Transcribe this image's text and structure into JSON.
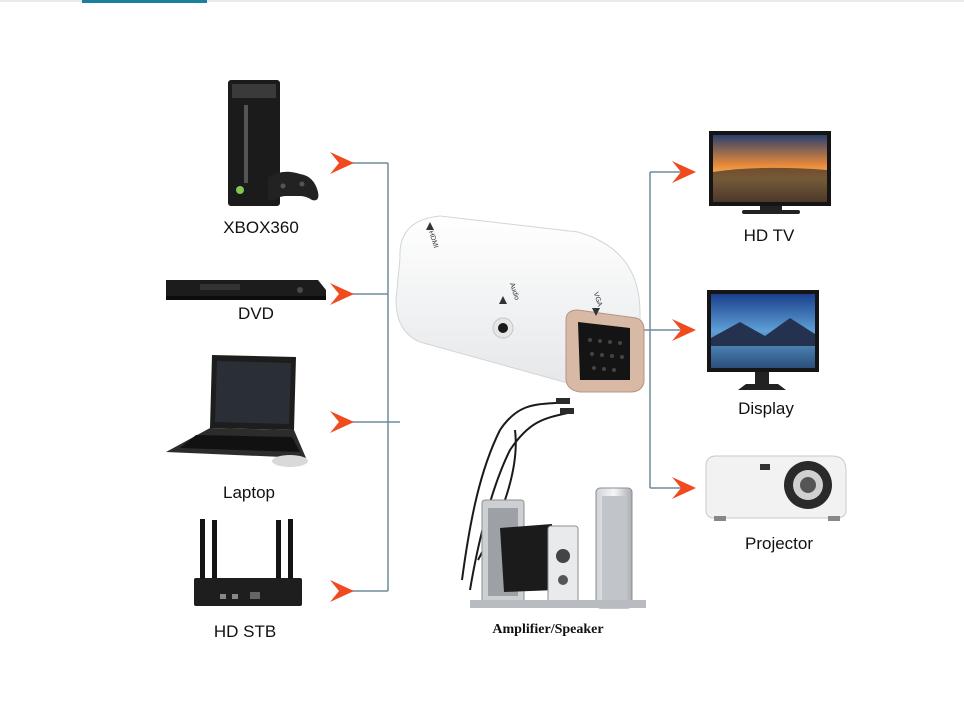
{
  "inputs": [
    {
      "label": "XBOX360",
      "icon": "xbox360-console-icon"
    },
    {
      "label": "DVD",
      "icon": "dvd-player-icon"
    },
    {
      "label": "Laptop",
      "icon": "laptop-icon"
    },
    {
      "label": "HD STB",
      "icon": "set-top-box-icon"
    }
  ],
  "outputs": [
    {
      "label": "HD TV",
      "icon": "hd-tv-icon"
    },
    {
      "label": "Display",
      "icon": "display-monitor-icon"
    },
    {
      "label": "Projector",
      "icon": "projector-icon"
    }
  ],
  "adapter": {
    "port_hdmi": "HDMI",
    "port_audio": "Audio",
    "port_vga": "VGA"
  },
  "audio_out": {
    "label": "Amplifier/Speaker",
    "icon": "speaker-system-icon"
  },
  "colors": {
    "connector_line": "#6f8b9c",
    "arrow": "#f04a1e",
    "accent": "#1b7fa0"
  }
}
